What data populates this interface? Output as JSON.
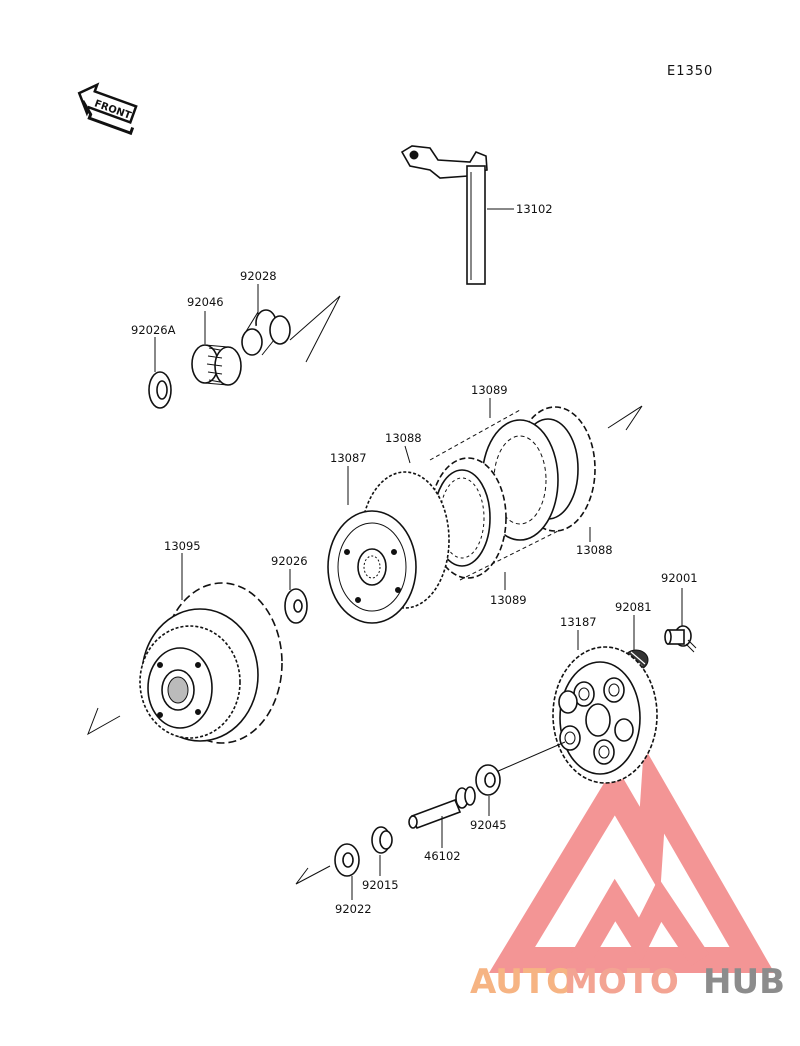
{
  "diagram_code": "E1350",
  "front_label": "FRONT",
  "parts": {
    "p13102": "13102",
    "p92028": "92028",
    "p92046": "92046",
    "p92026A": "92026A",
    "p13089_top": "13089",
    "p13088_top": "13088",
    "p13087": "13087",
    "p13088_bottom": "13088",
    "p13089_bottom": "13089",
    "p13095": "13095",
    "p92026": "92026",
    "p92001": "92001",
    "p92081": "92081",
    "p13187": "13187",
    "p92045": "92045",
    "p46102": "46102",
    "p92015": "92015",
    "p92022": "92022"
  },
  "watermark": {
    "part1": "AUTO",
    "part2": "MOTO",
    "part3": "HUB",
    "colors": {
      "auto": "#f6b483",
      "moto": "#f3a493",
      "hub": "#8c8c8c",
      "triangle": "#f28a8a"
    }
  }
}
